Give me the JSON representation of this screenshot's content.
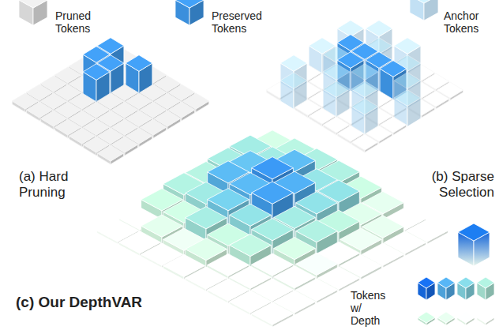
{
  "diagram": {
    "labels": [
      "(a) Hard Pruning",
      "(b) Sparse Selection",
      "(c) Our DepthVAR"
    ],
    "legend": [
      {
        "text": "Pruned Tokens",
        "color": "#d6d6d6"
      },
      {
        "text": "Preserved Tokens",
        "color": "#3b8fdc"
      },
      {
        "text": "Anchor Tokens",
        "color": "#a9d3f0"
      },
      {
        "text": "Tokens w/ Depth"
      }
    ]
  }
}
